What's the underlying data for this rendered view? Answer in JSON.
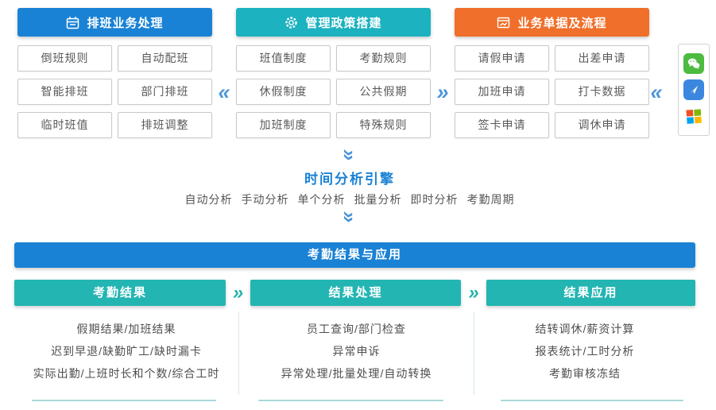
{
  "palette": {
    "header_blue": "#1a82d5",
    "header_teal": "#1cb2c0",
    "header_orange": "#f06f2a",
    "sub_teal": "#23b5b2",
    "chevron_blue": "#4e95da",
    "chevron_teal": "#26b3a8",
    "node_text": "#595959",
    "wechat_green": "#4cbb3f",
    "app_blue": "#3b87e0"
  },
  "glyphs": {
    "left": "«",
    "right": "»",
    "down": "»"
  },
  "top": [
    {
      "title": "排班业务处理",
      "icon": "calendar-icon",
      "cells": [
        "倒班规则",
        "自动配班",
        "智能排班",
        "部门排班",
        "临时班值",
        "排班调整"
      ]
    },
    {
      "title": "管理政策搭建",
      "icon": "gear-icon",
      "cells": [
        "班值制度",
        "考勤规则",
        "休假制度",
        "公共假期",
        "加班制度",
        "特殊规则"
      ]
    },
    {
      "title": "业务单据及流程",
      "icon": "workflow-icon",
      "cells": [
        "请假申请",
        "出差申请",
        "加班申请",
        "打卡数据",
        "签卡申请",
        "调休申请"
      ]
    }
  ],
  "apps": [
    "wechat-icon",
    "paper-plane-app-icon",
    "windows-icon"
  ],
  "engine": {
    "title": "时间分析引擎",
    "modes": [
      "自动分析",
      "手动分析",
      "单个分析",
      "批量分析",
      "即时分析",
      "考勤周期"
    ]
  },
  "banner": "考勤结果与应用",
  "results": [
    {
      "header": "考勤结果",
      "lines": [
        "假期结果/加班结果",
        "迟到早退/缺勤旷工/缺时漏卡",
        "实际出勤/上班时长和个数/综合工时"
      ]
    },
    {
      "header": "结果处理",
      "lines": [
        "员工查询/部门检查",
        "异常申诉",
        "异常处理/批量处理/自动转换"
      ]
    },
    {
      "header": "结果应用",
      "lines": [
        "结转调休/薪资计算",
        "报表统计/工时分析",
        "考勤审核冻结"
      ]
    }
  ]
}
